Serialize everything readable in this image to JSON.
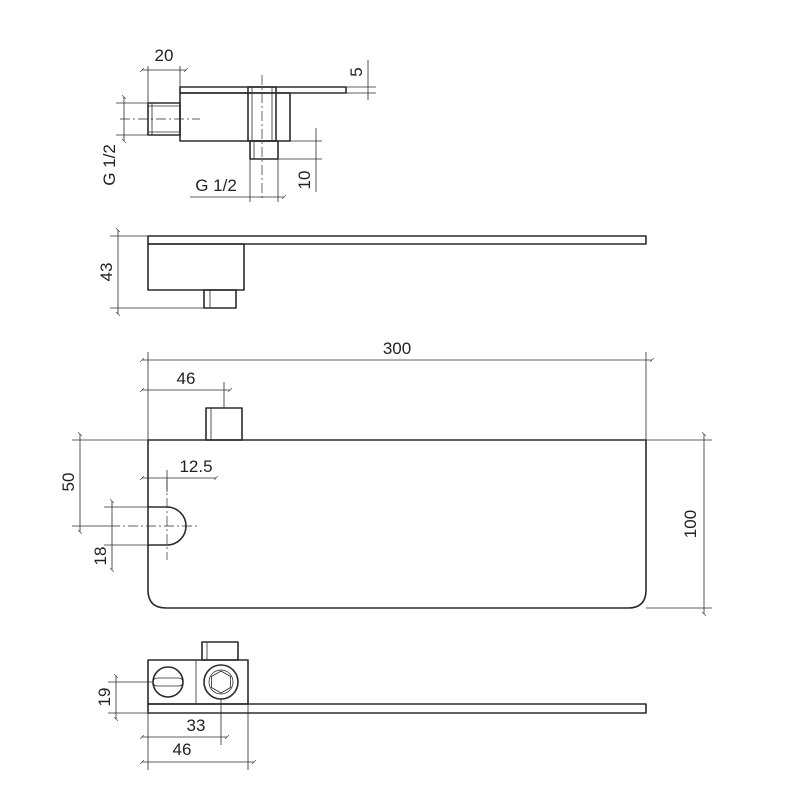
{
  "top_view": {
    "dim_width": "20",
    "dim_gap": "5",
    "dim_left_thread": "G 1/2",
    "dim_bottom_thread": "G 1/2",
    "dim_height": "10"
  },
  "side_view": {
    "dim_height": "43"
  },
  "front_view": {
    "dim_length": "300",
    "dim_offset": "46",
    "dim_hole": "12.5",
    "dim_vertical": "50",
    "dim_slot": "18",
    "dim_height": "100"
  },
  "end_view": {
    "dim_height": "19",
    "dim_hole_center": "33",
    "dim_width": "46"
  }
}
